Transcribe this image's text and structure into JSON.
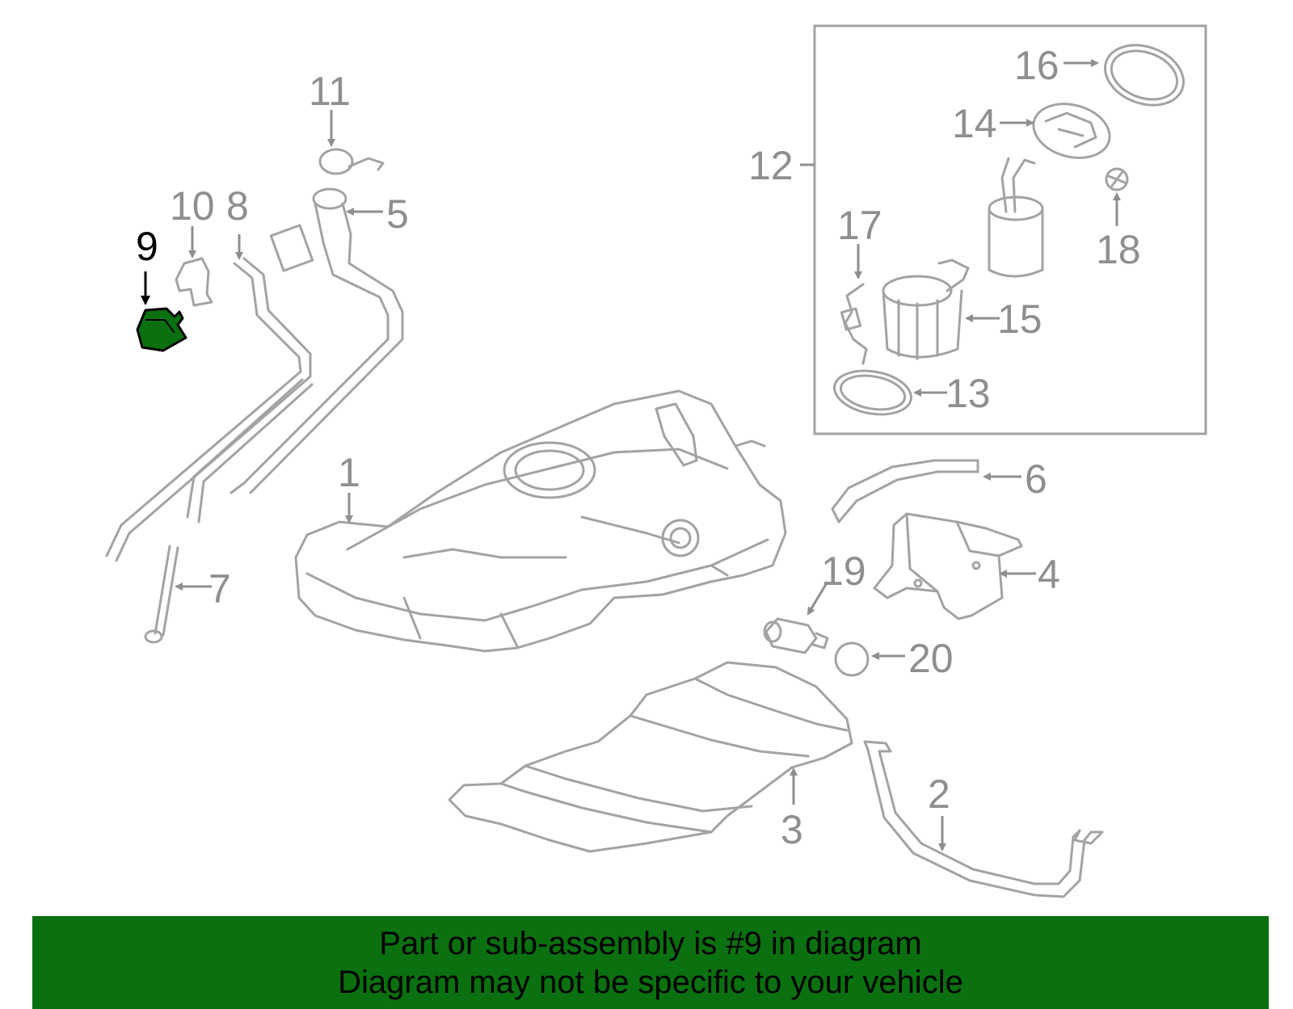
{
  "diagram": {
    "highlighted_part": "9",
    "highlight_color": "#0b7010",
    "line_color": "#a3a3a3",
    "callouts": {
      "c1": "1",
      "c2": "2",
      "c3": "3",
      "c4": "4",
      "c5": "5",
      "c6": "6",
      "c7": "7",
      "c8": "8",
      "c9": "9",
      "c10": "10",
      "c11": "11",
      "c12": "12",
      "c13": "13",
      "c14": "14",
      "c15": "15",
      "c16": "16",
      "c17": "17",
      "c18": "18",
      "c19": "19",
      "c20": "20"
    }
  },
  "banner": {
    "line1": "Part or sub-assembly is #9 in diagram",
    "line2": "Diagram may not be specific to your vehicle",
    "background": "#0b7010"
  }
}
